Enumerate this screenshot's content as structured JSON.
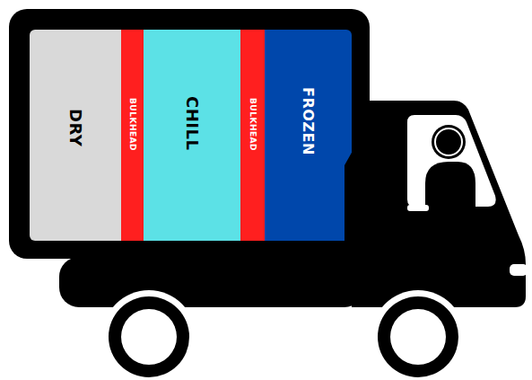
{
  "diagram": {
    "nodes": [
      {
        "text": [
          "DRY"
        ]
      },
      {
        "text": [
          "BULKHEAD"
        ]
      },
      {
        "text": [
          "CHILL"
        ]
      },
      {
        "text": [
          "BULKHEAD"
        ]
      },
      {
        "text": [
          "FROZEN"
        ]
      }
    ]
  }
}
